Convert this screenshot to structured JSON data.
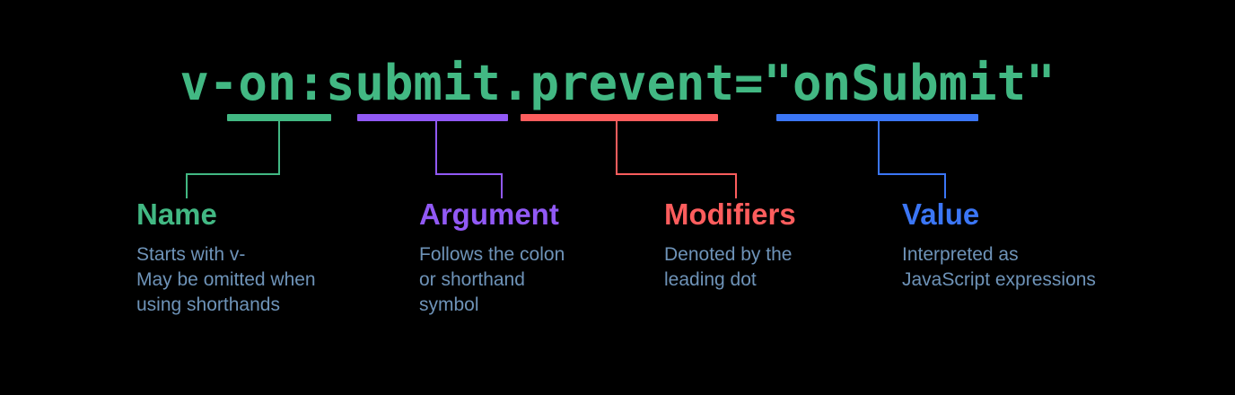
{
  "background": "#000000",
  "code": {
    "text": "v-on:submit.prevent=\"onSubmit\"",
    "color": "#42b883",
    "parts": {
      "name": "v-on",
      "argument": ":submit",
      "modifiers": ".prevent",
      "value": "=\"onSubmit\""
    }
  },
  "description_color": "#6e93b8",
  "columns": [
    {
      "id": "name",
      "title": "Name",
      "color": "#42b883",
      "description": "Starts with v-\nMay be omitted when\nusing shorthands"
    },
    {
      "id": "argument",
      "title": "Argument",
      "color": "#9159f5",
      "description": "Follows the colon\nor shorthand\nsymbol"
    },
    {
      "id": "modifiers",
      "title": "Modifiers",
      "color": "#fd5d5d",
      "description": "Denoted by the\nleading dot"
    },
    {
      "id": "value",
      "title": "Value",
      "color": "#3b76f6",
      "description": "Interpreted as\nJavaScript expressions"
    }
  ]
}
